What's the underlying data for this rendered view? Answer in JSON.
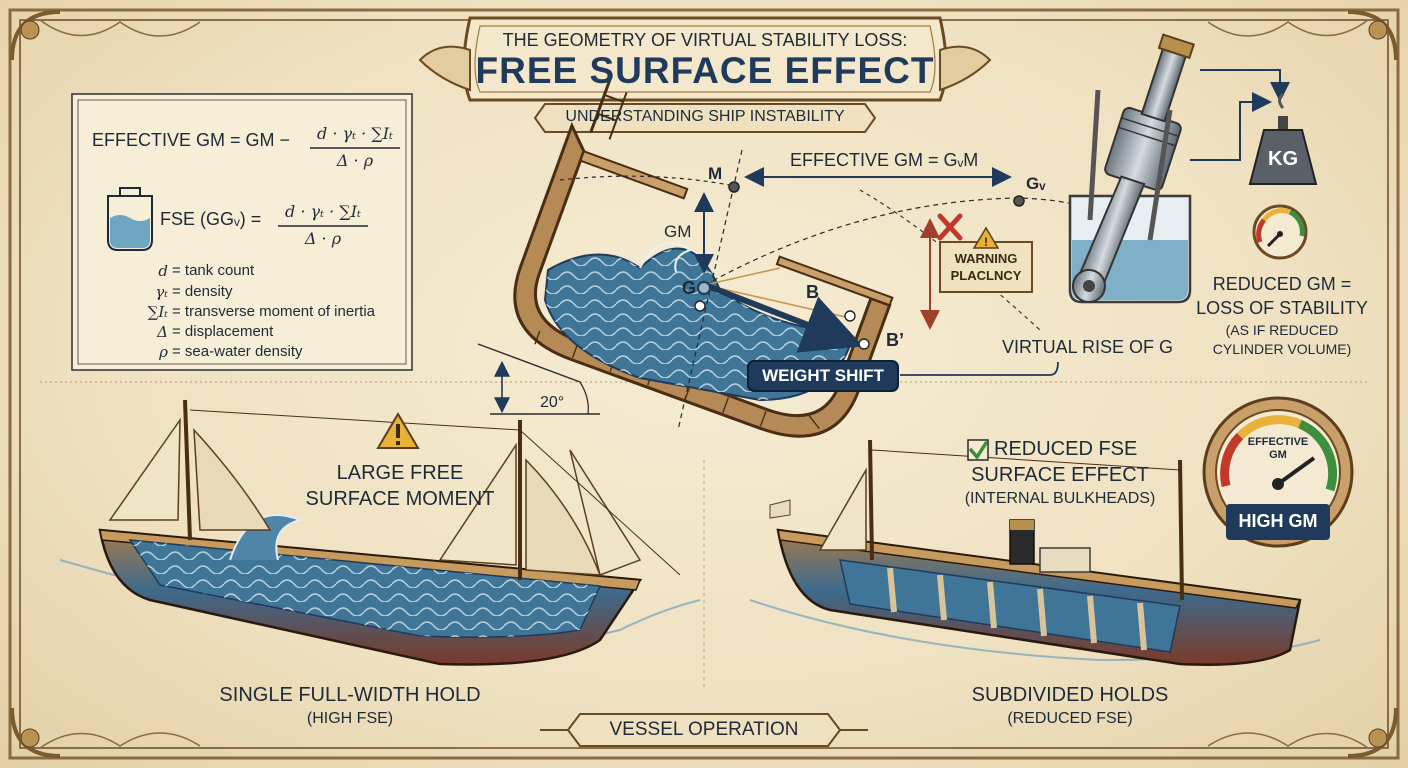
{
  "header": {
    "kicker": "THE GEOMETRY OF VIRTUAL STABILITY LOSS:",
    "title": "FREE SURFACE EFFECT",
    "subtitle": "UNDERSTANDING SHIP INSTABILITY"
  },
  "formulas": {
    "effective_gm_lhs": "EFFECTIVE GM = GM −",
    "effective_gm_num": "d · γₜ · ∑Iₜ",
    "effective_gm_den": "Δ · ρ",
    "fse_lhs": "FSE (GGᵥ) =",
    "fse_num": "d · γₜ · ∑Iₜ",
    "fse_den": "Δ · ρ",
    "legend": [
      {
        "symbol": "d",
        "text": "= tank count"
      },
      {
        "symbol": "γₜ",
        "text": "= density"
      },
      {
        "symbol": "∑Iₜ",
        "text": "= transverse moment of inertia"
      },
      {
        "symbol": "Δ",
        "text": "= displacement"
      },
      {
        "symbol": "ρ",
        "text": "= sea-water density"
      }
    ]
  },
  "diagram": {
    "point_m": "M",
    "point_g": "G",
    "point_b": "B",
    "point_b_prime": "B’",
    "point_gv": "Gᵥ",
    "gm_label": "GM",
    "effective_gm_label": "EFFECTIVE GM = GᵥM",
    "warning_line1": "WARNING",
    "warning_line2": "PLACLNCY",
    "heel_angle": "20°",
    "weight_shift": "WEIGHT SHIFT",
    "virtual_rise": "VIRTUAL RISE OF G"
  },
  "right_panel": {
    "kg_weight": "KG",
    "reduced_gm_line1": "REDUCED GM =",
    "reduced_gm_line2": "LOSS OF STABILITY",
    "reduced_gm_line3": "(AS IF REDUCED",
    "reduced_gm_line4": "CYLINDER VOLUME)",
    "gauge_line1": "EFFECTIVE",
    "gauge_line2": "GM",
    "gauge_value": "HIGH GM"
  },
  "left_ship": {
    "warning_line1": "LARGE FREE",
    "warning_line2": "SURFACE MOMENT",
    "caption_line1": "SINGLE FULL-WIDTH HOLD",
    "caption_line2": "(HIGH FSE)"
  },
  "right_ship": {
    "note_line1": "REDUCED FSE",
    "note_line2": "SURFACE EFFECT",
    "note_line3": "(INTERNAL BULKHEADS)",
    "caption_line1": "SUBDIVIDED HOLDS",
    "caption_line2": "(REDUCED FSE)"
  },
  "footer": {
    "label": "VESSEL OPERATION"
  },
  "colors": {
    "navy": "#1f3a5a",
    "parchment": "#f3e7cb",
    "brass": "#a47a3c",
    "sea": "#4e88a8",
    "warning_red": "#c0392b",
    "warning_yellow": "#e8b23a",
    "check_green": "#3e8e3e"
  },
  "icons": [
    "warning-icon",
    "check-icon",
    "cross-icon",
    "weight-icon",
    "piston-icon",
    "gauge-icon"
  ]
}
